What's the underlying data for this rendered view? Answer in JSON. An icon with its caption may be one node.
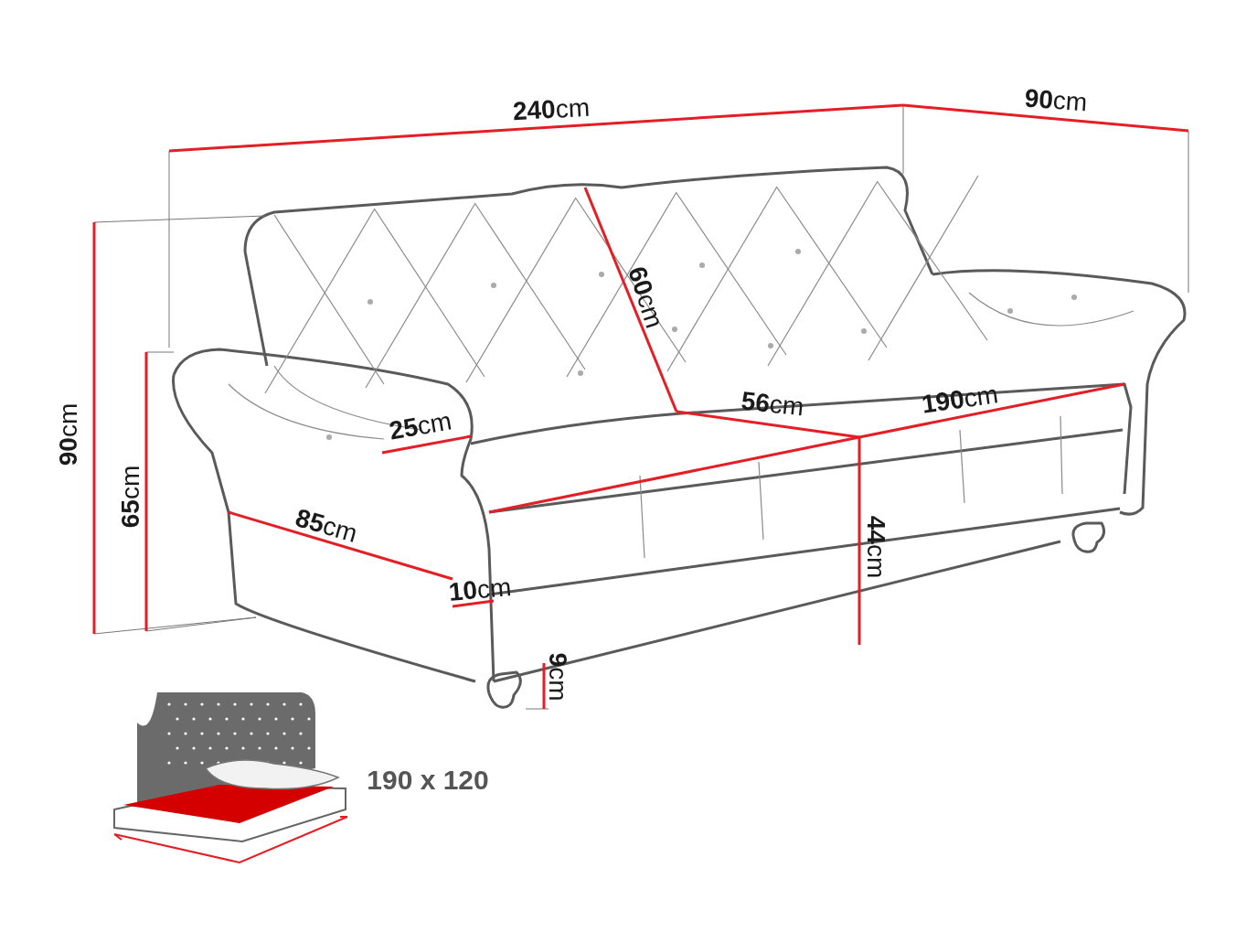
{
  "diagram": {
    "labels": [
      "**240**cm",
      "**90**cm",
      "**60**cm",
      "**90**cm",
      "**65**cm",
      "**25**cm",
      "**56**cm",
      "**190**cm",
      "**85**cm",
      "**44**cm",
      "**10**cm",
      "**9**cm",
      "190 x 120"
    ]
  }
}
